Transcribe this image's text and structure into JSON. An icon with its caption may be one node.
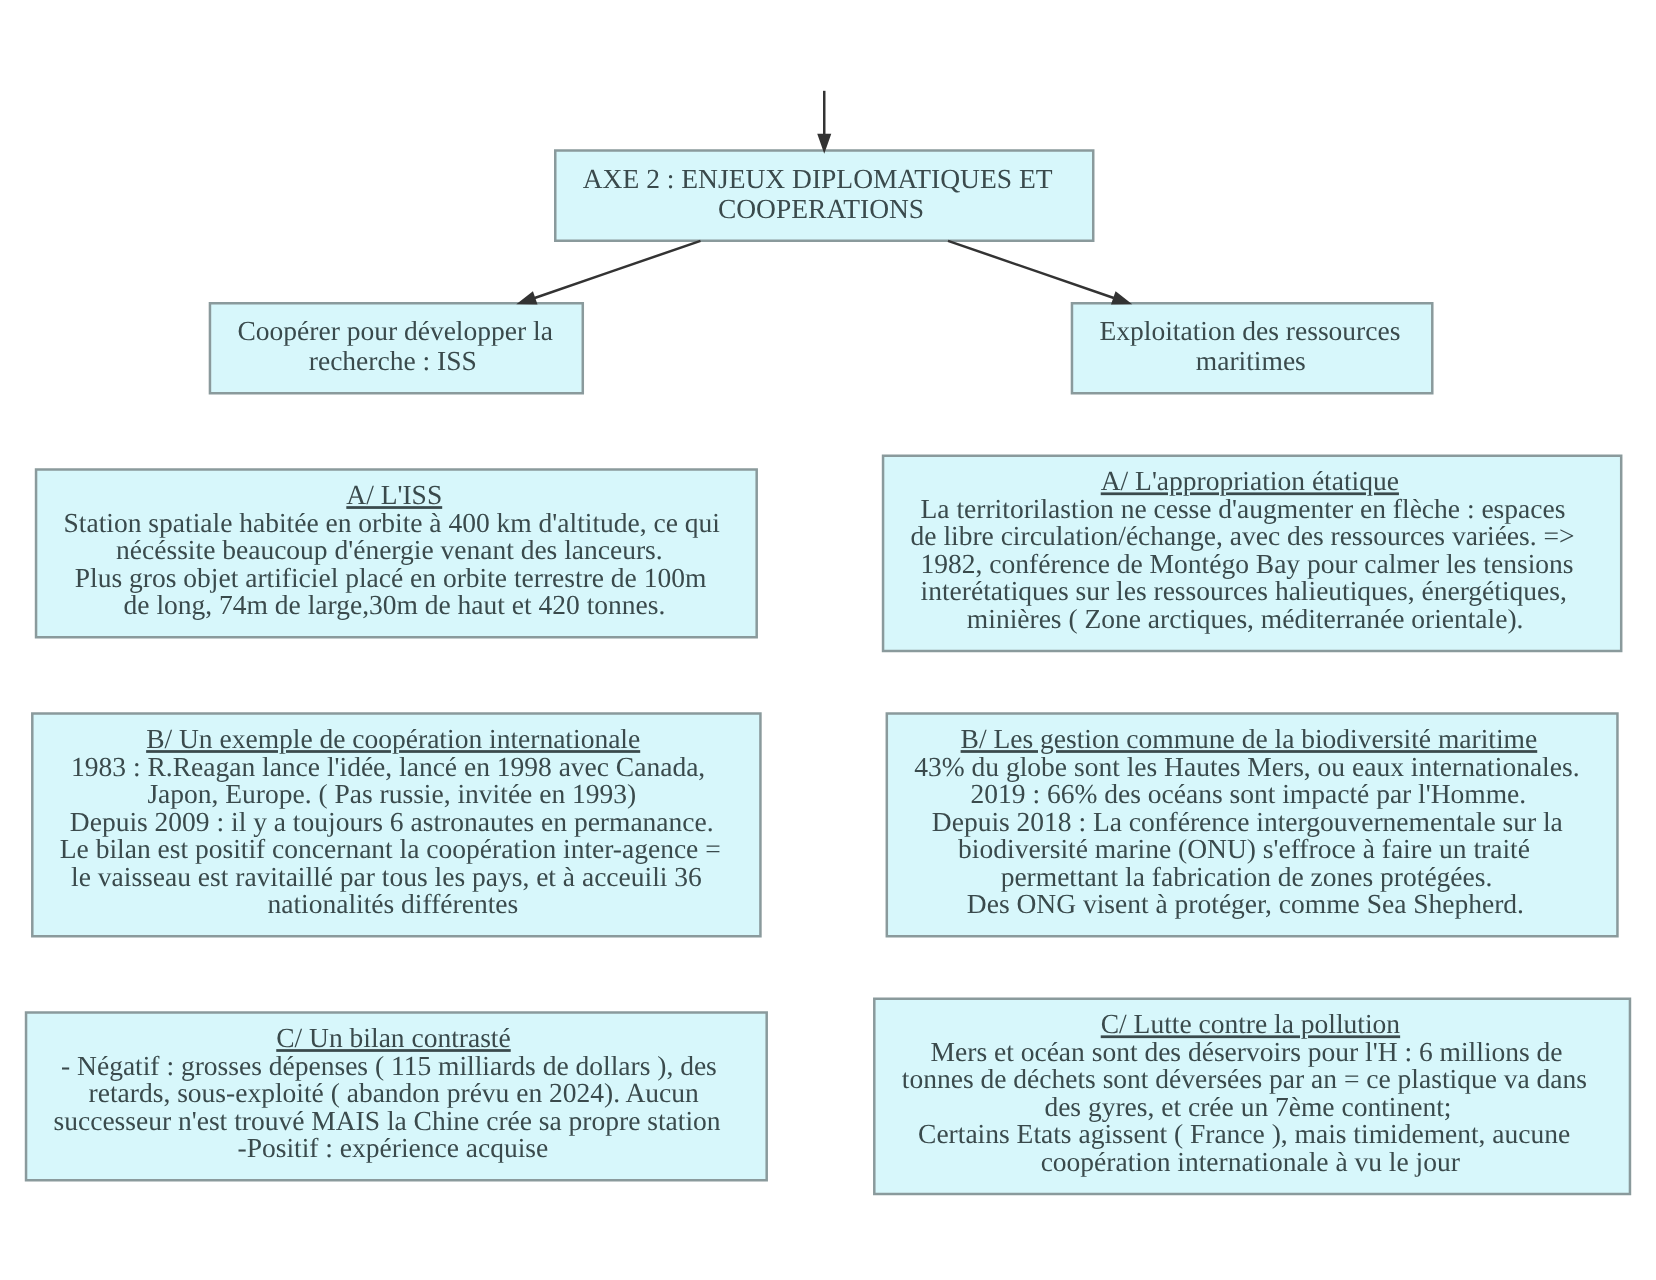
{
  "diagram": {
    "nodes": [
      {
        "text": [
          "AXE 2 : ENJEUX DIPLOMATIQUES ET COOPERATIONS"
        ]
      },
      {
        "text": [
          "Coopérer pour développer la recherche : ISS"
        ]
      },
      {
        "text": [
          "Exploitation des ressources maritimes"
        ]
      },
      {
        "text": [
          "A/ L'ISS",
          "Station spatiale habitée en orbite à 400 km d'altitude, ce qui nécéssite beaucoup d'énergie venant des lanceurs.",
          "Plus gros objet artificiel placé en orbite terrestre de 100m de long, 74m de large,30m de haut et 420 tonnes."
        ]
      },
      {
        "text": [
          "B/ Un exemple de coopération internationale",
          "1983 : R.Reagan lance l'idée, lancé en 1998 avec Canada, Japon, Europe. ( Pas russie, invitée en 1993)",
          "Depuis 2009 : il y a toujours 6 astronautes en permanance.",
          "Le bilan est positif concernant la coopération inter-agence = le vaisseau est ravitaillé par tous les pays, et à acceuili 36 nationalités différentes"
        ]
      },
      {
        "text": [
          "C/ Un bilan contrasté",
          "- Négatif : grosses dépenses ( 115 milliards de dollars ), des retards, sous-exploité ( abandon prévu en 2024). Aucun successeur n'est trouvé MAIS la Chine crée sa propre station",
          "-Positif : expérience acquise"
        ]
      },
      {
        "text": [
          "A/ L'appropriation étatique",
          "La territorilastion ne cesse d'augmenter en flèche : espaces de libre circulation/échange, avec des ressources variées. => 1982, conférence de Montégo Bay pour calmer les tensions interétatiques sur les ressources halieutiques, énergétiques, minières ( Zone arctiques, méditerranée orientale)."
        ]
      },
      {
        "text": [
          "B/ Les gestion commune de la biodiversité maritime",
          "43% du globe sont les Hautes Mers, ou eaux internationales.",
          "2019 : 66% des océans sont impacté par l'Homme.",
          "Depuis 2018 : La conférence intergouvernementale sur la biodiversité marine (ONU) s'effroce à faire un traité permettant la fabrication de zones protégées.",
          "Des ONG visent à protéger, comme Sea Shepherd."
        ]
      },
      {
        "text": [
          "C/ Lutte contre la pollution",
          "Mers et océan sont des déservoirs pour l'H : 6 millions de tonnes de déchets sont déversées par an = ce plastique va dans des gyres, et crée un 7ème continent;",
          "Certains Etats agissent ( France ), mais timidement, aucune coopération internationale à vu le jour"
        ]
      }
    ],
    "edges": [
      {
        "from": null,
        "to": 0,
        "arrow": "to"
      },
      {
        "from": 0,
        "to": 1,
        "arrow": "to"
      },
      {
        "from": 0,
        "to": 2,
        "arrow": "to"
      }
    ]
  }
}
